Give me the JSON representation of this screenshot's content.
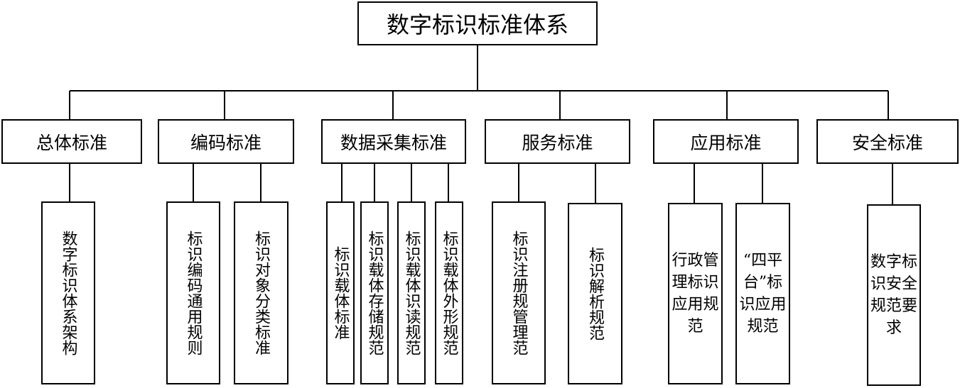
{
  "root": "数字标识标准体系",
  "categories": {
    "overall": "总体标准",
    "coding": "编码标准",
    "collection": "数据采集标准",
    "service": "服务标准",
    "application": "应用标准",
    "security": "安全标准"
  },
  "leaves": {
    "architecture": "数字标识体系架构",
    "coding_general": "标识编码通用规则",
    "object_class": "标识对象分类标准",
    "carrier_std": "标识载体标准",
    "carrier_storage": "标识载体存储规范",
    "carrier_read": "标识载体识读规范",
    "carrier_shape": "标识载体外形规范",
    "register": "标识注册规管理范",
    "resolve": "标识解析规范",
    "admin_app": "行政管理标识应用规范",
    "four_platform": "“四平台”标识应用规范",
    "security_req": "数字标识安全规范要求"
  }
}
